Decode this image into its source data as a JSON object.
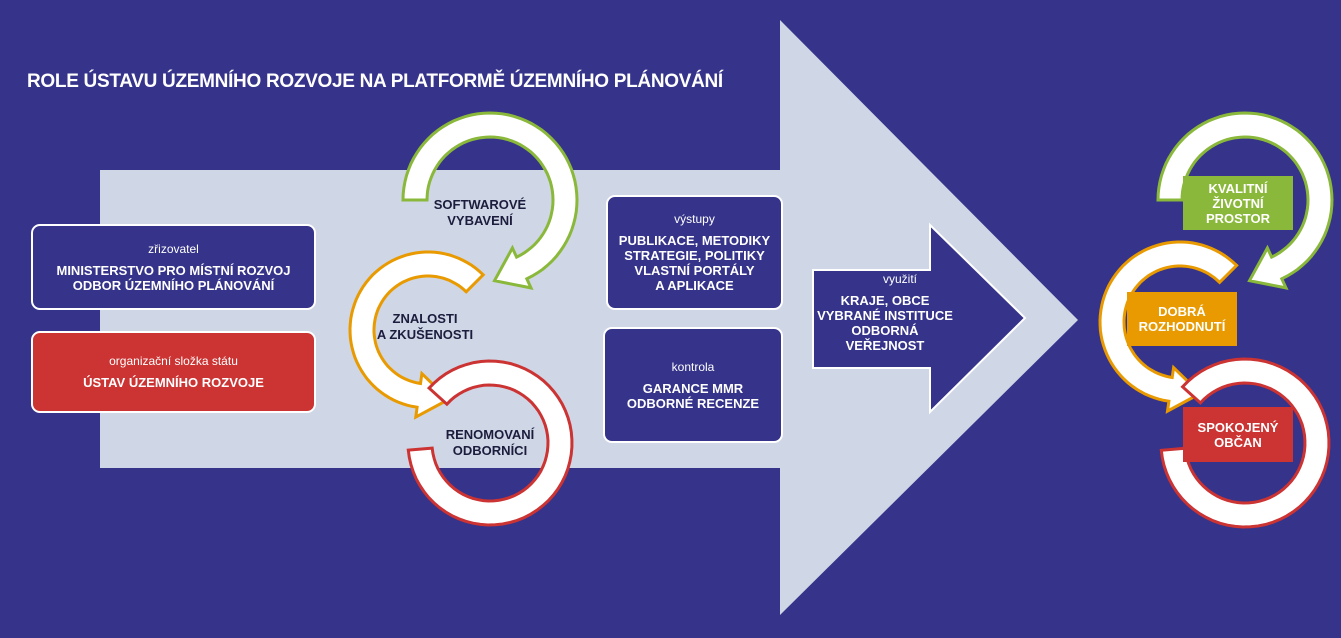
{
  "title": "ROLE ÚSTAVU ÚZEMNÍHO ROZVOJE NA PLATFORMĚ ÚZEMNÍHO PLÁNOVÁNÍ",
  "left_boxes": [
    {
      "caption": "zřizovatel",
      "text": "MINISTERSTVO PRO MÍSTNÍ ROZVOJ\nODBOR ÚZEMNÍHO PLÁNOVÁNÍ"
    },
    {
      "caption": "organizační složka státu",
      "text": "ÚSTAV ÚZEMNÍHO ROZVOJE"
    }
  ],
  "cycle_labels": [
    "SOFTWAROVÉ\nVYBAVENÍ",
    "ZNALOSTI\nA ZKUŠENOSTI",
    "RENOMOVANÍ\nODBORNÍCI"
  ],
  "middle_boxes": [
    {
      "caption": "výstupy",
      "text": "PUBLIKACE, METODIKY\nSTRATEGIE, POLITIKY\nVLASTNÍ PORTÁLY\nA APLIKACE"
    },
    {
      "caption": "kontrola",
      "text": "GARANCE MMR\nODBORNÉ RECENZE"
    }
  ],
  "use_arrow": {
    "caption": "využití",
    "text": "KRAJE, OBCE\nVYBRANÉ INSTITUCE\nODBORNÁ VEŘEJNOST"
  },
  "results": [
    "KVALITNÍ\nŽIVOTNÍ\nPROSTOR",
    "DOBRÁ\nROZHODNUTÍ",
    "SPOKOJENÝ\nOBČAN"
  ],
  "colors": {
    "background": "#35338a",
    "arrow": "#cfd6e6",
    "green": "#8ab83a",
    "orange": "#e89a00",
    "red": "#cc3333"
  }
}
